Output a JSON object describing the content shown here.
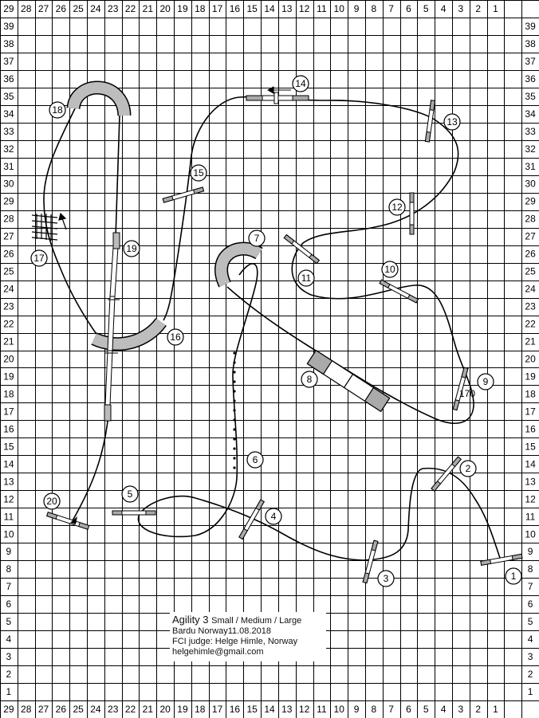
{
  "diagram": {
    "columns": [
      "29",
      "28",
      "27",
      "26",
      "25",
      "24",
      "23",
      "22",
      "21",
      "20",
      "19",
      "18",
      "17",
      "16",
      "15",
      "14",
      "13",
      "12",
      "11",
      "10",
      "9",
      "8",
      "7",
      "6",
      "5",
      "4",
      "3",
      "2",
      "1"
    ],
    "rows": [
      "39",
      "38",
      "37",
      "36",
      "35",
      "34",
      "33",
      "32",
      "31",
      "30",
      "29",
      "28",
      "27",
      "26",
      "25",
      "24",
      "23",
      "22",
      "21",
      "20",
      "19",
      "18",
      "17",
      "16",
      "15",
      "14",
      "13",
      "12",
      "11",
      "10",
      "9",
      "8",
      "7",
      "6",
      "5",
      "4",
      "3",
      "2",
      "1"
    ],
    "obstacle_numbers": [
      "1",
      "2",
      "3",
      "4",
      "5",
      "6",
      "7",
      "8",
      "9",
      "10",
      "11",
      "12",
      "13",
      "14",
      "15",
      "16",
      "17",
      "18",
      "19",
      "20"
    ],
    "distance_label": "170"
  },
  "info": {
    "title": "Agility 3",
    "classes": "Small / Medium / Large",
    "place_date": "Bardu  Norway11.08.2018",
    "judge": "FCI judge: Helge Himle, Norway",
    "email": "helgehimle@gmail.com"
  }
}
